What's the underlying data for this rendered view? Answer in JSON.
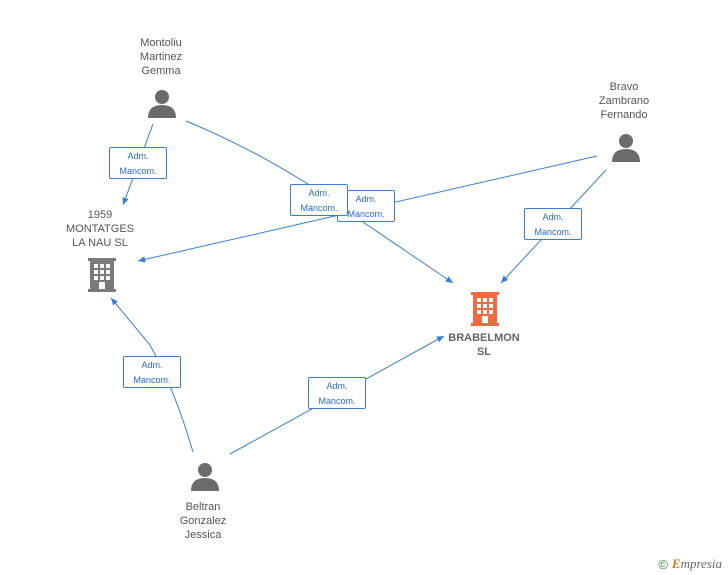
{
  "nodes": {
    "montoliu": {
      "label": "Montoliu\nMartinez\nGemma",
      "type": "person"
    },
    "bravo": {
      "label": "Bravo\nZambrano\nFernando",
      "type": "person"
    },
    "beltran": {
      "label": "Beltran\nGonzalez\nJessica",
      "type": "person"
    },
    "montatges": {
      "label": "1959\nMONTATGES\nLA NAU  SL",
      "type": "company"
    },
    "brabelmon": {
      "label": "BRABELMON\nSL",
      "type": "company-main"
    }
  },
  "edge_label": {
    "line1": "Adm.",
    "line2": "Mancom."
  },
  "colors": {
    "edge": "#3a7fd5",
    "person": "#6b6b6b",
    "company": "#7a7a7a",
    "company_main": "#f26a3f"
  },
  "footer": {
    "copyright": "©",
    "brand_e": "E",
    "brand_rest": "mpresia"
  }
}
